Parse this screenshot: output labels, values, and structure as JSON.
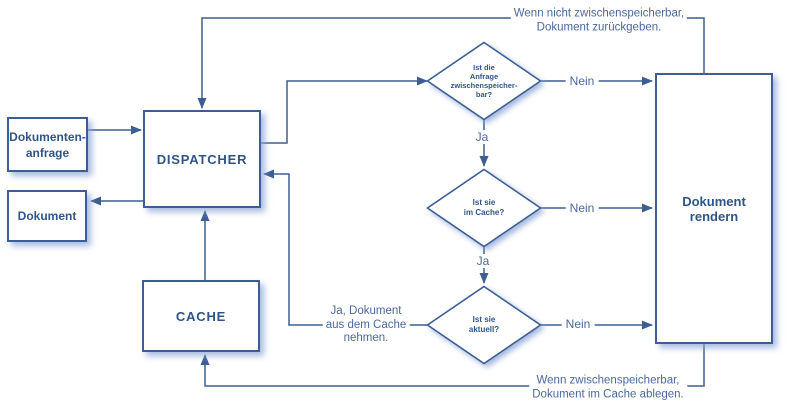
{
  "colors": {
    "background": "#ffffff",
    "stroke": "#3d5e92",
    "shape_text": "#2f5588",
    "label_text": "#4b689c",
    "shadow": "#8ca5d7"
  },
  "nodes": {
    "dokumentenanfrage": {
      "label": "Dokumenten-\nanfrage"
    },
    "dokument": {
      "label": "Dokument"
    },
    "dispatcher": {
      "label": "DISPATCHER"
    },
    "cache": {
      "label": "CACHE"
    },
    "dokument_rendern": {
      "label": "Dokument\nrendern"
    },
    "q_zwischenspeicherbar": {
      "label": "Ist die\nAnfrage\nzwischenspeicher-\nbar?"
    },
    "q_im_cache": {
      "label": "Ist sie\nim Cache?"
    },
    "q_aktuell": {
      "label": "Ist sie\naktuell?"
    }
  },
  "labels": {
    "nein_1": "Nein",
    "nein_2": "Nein",
    "nein_3": "Nein",
    "ja_1": "Ja",
    "ja_2": "Ja",
    "note_top": "Wenn nicht zwischenspeicherbar,\nDokument zurückgeben.",
    "note_bottom": "Wenn zwischenspeicherbar,\nDokument im Cache ablegen.",
    "note_cache": "Ja, Dokument\naus dem Cache\nnehmen."
  }
}
